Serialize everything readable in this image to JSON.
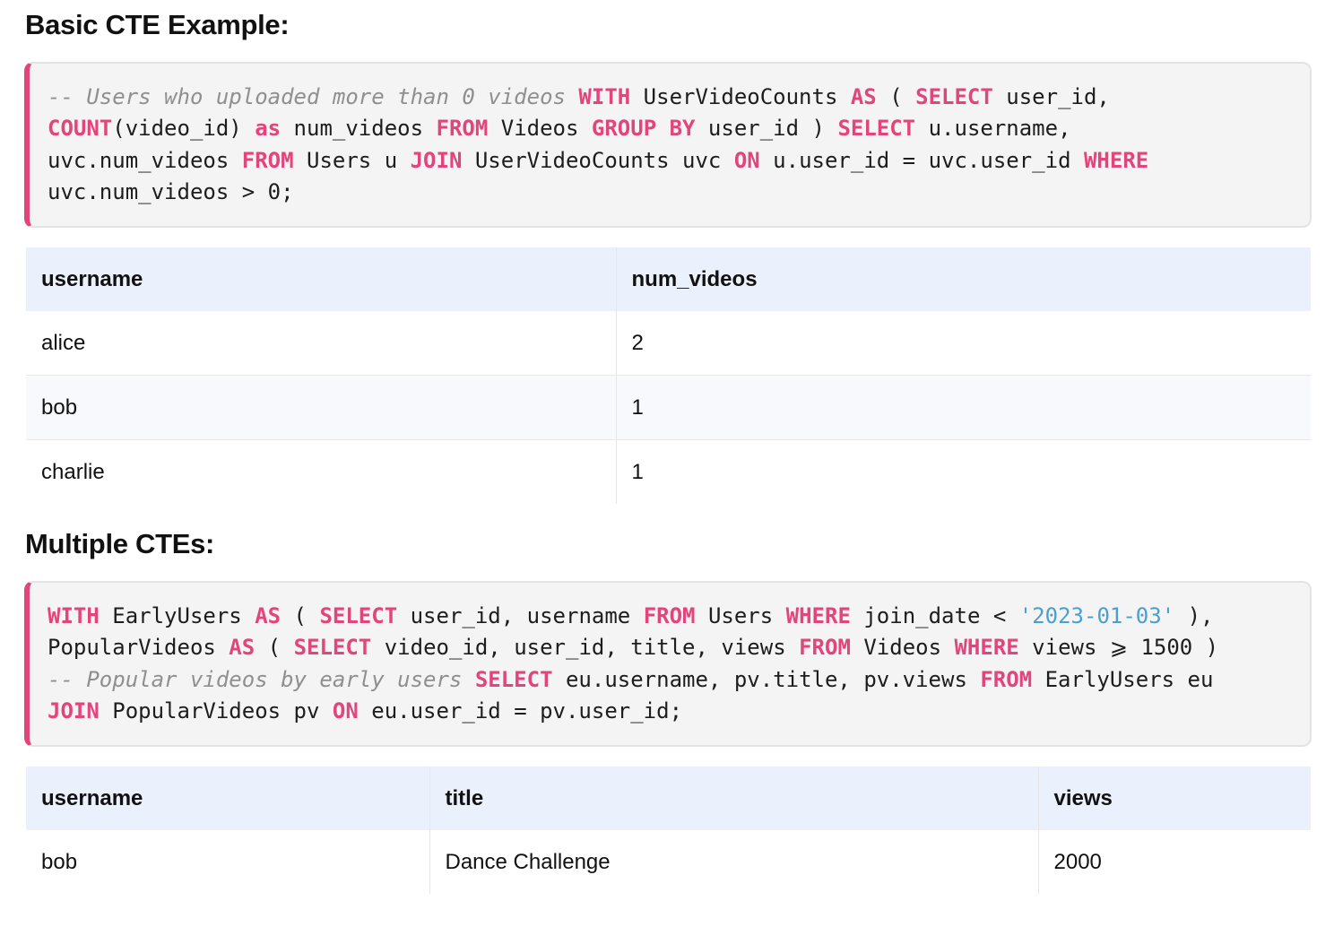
{
  "sections": [
    {
      "title": "Basic CTE Example:",
      "code_lines": [
        [
          {
            "t": "-- Users who uploaded more than 0 videos",
            "c": "cm"
          },
          {
            "t": " ",
            "c": ""
          },
          {
            "t": "WITH",
            "c": "kw"
          },
          {
            "t": " UserVideoCounts ",
            "c": ""
          },
          {
            "t": "AS",
            "c": "kw"
          },
          {
            "t": " ( ",
            "c": ""
          },
          {
            "t": "SELECT",
            "c": "kw"
          },
          {
            "t": " user_id,",
            "c": ""
          }
        ],
        [
          {
            "t": "COUNT",
            "c": "kw"
          },
          {
            "t": "(video_id) ",
            "c": ""
          },
          {
            "t": "as",
            "c": "kw"
          },
          {
            "t": " num_videos ",
            "c": ""
          },
          {
            "t": "FROM",
            "c": "kw"
          },
          {
            "t": " Videos ",
            "c": ""
          },
          {
            "t": "GROUP BY",
            "c": "kw"
          },
          {
            "t": " user_id ) ",
            "c": ""
          },
          {
            "t": "SELECT",
            "c": "kw"
          },
          {
            "t": " u.username,",
            "c": ""
          }
        ],
        [
          {
            "t": "uvc.num_videos ",
            "c": ""
          },
          {
            "t": "FROM",
            "c": "kw"
          },
          {
            "t": " Users u ",
            "c": ""
          },
          {
            "t": "JOIN",
            "c": "kw"
          },
          {
            "t": " UserVideoCounts uvc ",
            "c": ""
          },
          {
            "t": "ON",
            "c": "kw"
          },
          {
            "t": " u.user_id = uvc.user_id ",
            "c": ""
          },
          {
            "t": "WHERE",
            "c": "kw"
          }
        ],
        [
          {
            "t": "uvc.num_videos > 0;",
            "c": ""
          }
        ]
      ],
      "table": {
        "columns": [
          "username",
          "num_videos"
        ],
        "rows": [
          [
            "alice",
            "2"
          ],
          [
            "bob",
            "1"
          ],
          [
            "charlie",
            "1"
          ]
        ]
      }
    },
    {
      "title": "Multiple CTEs:",
      "code_lines": [
        [
          {
            "t": "WITH",
            "c": "kw"
          },
          {
            "t": " EarlyUsers ",
            "c": ""
          },
          {
            "t": "AS",
            "c": "kw"
          },
          {
            "t": " ( ",
            "c": ""
          },
          {
            "t": "SELECT",
            "c": "kw"
          },
          {
            "t": " user_id, username ",
            "c": ""
          },
          {
            "t": "FROM",
            "c": "kw"
          },
          {
            "t": " Users ",
            "c": ""
          },
          {
            "t": "WHERE",
            "c": "kw"
          },
          {
            "t": " join_date < ",
            "c": ""
          },
          {
            "t": "'2023-01-03'",
            "c": "str"
          },
          {
            "t": " ),",
            "c": ""
          }
        ],
        [
          {
            "t": "PopularVideos ",
            "c": ""
          },
          {
            "t": "AS",
            "c": "kw"
          },
          {
            "t": " ( ",
            "c": ""
          },
          {
            "t": "SELECT",
            "c": "kw"
          },
          {
            "t": " video_id, user_id, title, views ",
            "c": ""
          },
          {
            "t": "FROM",
            "c": "kw"
          },
          {
            "t": " Videos ",
            "c": ""
          },
          {
            "t": "WHERE",
            "c": "kw"
          },
          {
            "t": " views ⩾ 1500 )",
            "c": ""
          }
        ],
        [
          {
            "t": "-- Popular videos by early users",
            "c": "cm"
          },
          {
            "t": " ",
            "c": ""
          },
          {
            "t": "SELECT",
            "c": "kw"
          },
          {
            "t": " eu.username, pv.title, pv.views ",
            "c": ""
          },
          {
            "t": "FROM",
            "c": "kw"
          },
          {
            "t": " EarlyUsers eu",
            "c": ""
          }
        ],
        [
          {
            "t": "JOIN",
            "c": "kw"
          },
          {
            "t": " PopularVideos pv ",
            "c": ""
          },
          {
            "t": "ON",
            "c": "kw"
          },
          {
            "t": " eu.user_id = pv.user_id;",
            "c": ""
          }
        ]
      ],
      "table": {
        "columns": [
          "username",
          "title",
          "views"
        ],
        "rows": [
          [
            "bob",
            "Dance Challenge",
            "2000"
          ]
        ]
      }
    }
  ],
  "colors": {
    "keyword": "#e2447c",
    "comment": "#8f8f8f",
    "string": "#4a9fd0",
    "table_header_bg": "#ebf1fc",
    "code_bg": "#f4f4f4"
  }
}
